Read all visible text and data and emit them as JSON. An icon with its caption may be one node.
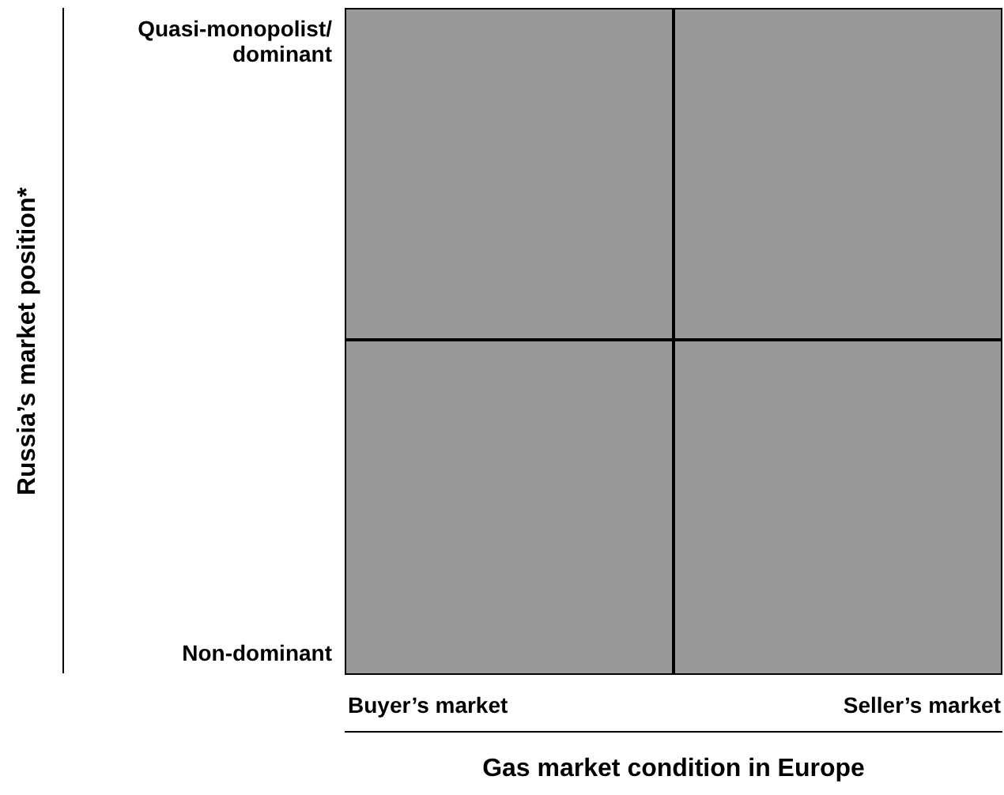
{
  "diagram": {
    "nodes": [
      {
        "text": [],
        "shape": "box"
      },
      {
        "text": [],
        "shape": "box"
      },
      {
        "text": [],
        "shape": "box"
      },
      {
        "text": [],
        "shape": "box"
      }
    ],
    "labels": [
      "Quasi-monopolist/ dominant",
      "Non-dominant",
      "Buyer’s market",
      "Seller’s market",
      "Russia’s market position*",
      "Gas market condition in Europe"
    ]
  }
}
